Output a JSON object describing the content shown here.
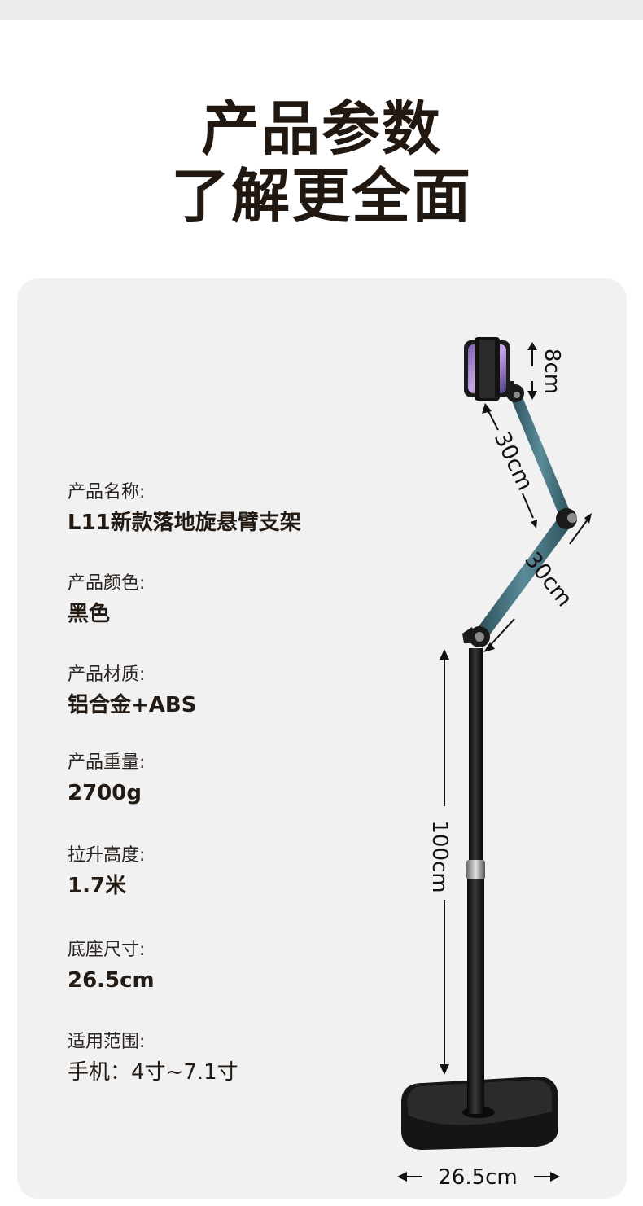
{
  "header": {
    "title_line1": "产品参数",
    "title_line2": "了解更全面"
  },
  "specs": [
    {
      "label": "产品名称:",
      "value": "L11新款落地旋悬臂支架"
    },
    {
      "label": "产品颜色:",
      "value": "黑色"
    },
    {
      "label": "产品材质:",
      "value": "铝合金+ABS"
    },
    {
      "label": "产品重量:",
      "value": "2700g"
    },
    {
      "label": "拉升高度:",
      "value": "1.7米"
    },
    {
      "label": "底座尺寸:",
      "value": "26.5cm"
    },
    {
      "label": "适用范围:",
      "value": "手机：4寸~7.1寸"
    }
  ],
  "dimensions": {
    "clamp": "8cm",
    "upper_arm": "30cm",
    "lower_arm": "30cm",
    "pole": "100cm",
    "base": "26.5cm"
  },
  "colors": {
    "title": "#221812",
    "card": "#f1f1f1",
    "arm": "#3d6773",
    "pole": "#151515"
  }
}
